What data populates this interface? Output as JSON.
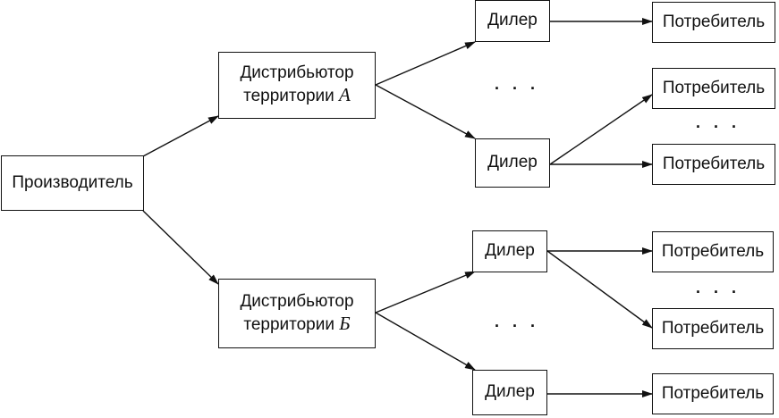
{
  "nodes": {
    "producer": "Производитель",
    "distributor_a": {
      "line1": "Дистрибьютор",
      "line2": "территории",
      "letter": "А"
    },
    "distributor_b": {
      "line1": "Дистрибьютор",
      "line2": "территории",
      "letter": "Б"
    },
    "dealer": "Дилер",
    "consumer": "Потребитель"
  },
  "ellipsis": ". . ."
}
